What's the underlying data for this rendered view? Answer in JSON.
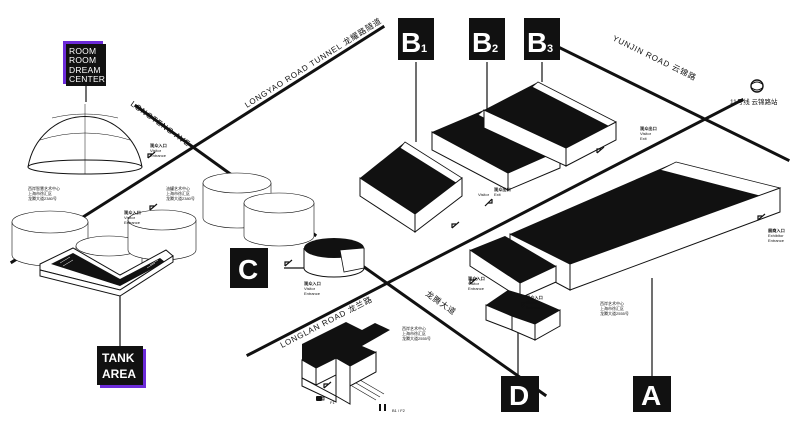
{
  "roads": {
    "longyao_tunnel": "LONGYAO ROAD TUNNEL  龙耀路隧道",
    "longteng_ave": "LONGTENG AVE",
    "yunjin_road": "YUNJIN ROAD  云锦路",
    "longlan_road": "LONGLAN ROAD  龙兰路",
    "longteng_cn": "龙腾大道"
  },
  "venues": {
    "b1": {
      "letter": "B",
      "sub": "1"
    },
    "b2": {
      "letter": "B",
      "sub": "2"
    },
    "b3": {
      "letter": "B",
      "sub": "3"
    },
    "c": {
      "letter": "C"
    },
    "d": {
      "letter": "D"
    },
    "a": {
      "letter": "A"
    },
    "room": {
      "line1": "ROOM",
      "line2": "ROOM",
      "line3": "DREAM",
      "line4": "CENTER"
    },
    "tank": {
      "line1": "TANK",
      "line2": "AREA"
    }
  },
  "metro": {
    "label": "11号线 云锦路站"
  },
  "labels": {
    "entrance_cn": "观众入口",
    "visitor": "Visitor",
    "entrance": "Entrance",
    "exit_cn": "观众出口",
    "exit": "Exit",
    "exhibitor_cn": "展商入口",
    "exhibitor": "Exhibitor",
    "tank_center": "西岸智慧艺术中心",
    "tank_addr1": "上海市徐汇区",
    "tank_addr2": "龙腾大道2380号",
    "mid_center": "油罐艺术中心",
    "mid_addr1": "上海市徐汇区",
    "mid_addr2": "龙腾大道2380号",
    "d_center": "西岸艺术中心",
    "d_addr1": "上海市徐汇区",
    "d_addr2": "龙腾大道2555号",
    "a_center": "西岸艺术中心",
    "a_addr1": "上海市徐汇区",
    "a_addr2": "龙腾大道2555号",
    "f1": "F1",
    "b1f2": "B1 / F2"
  },
  "colors": {
    "ink": "#111111",
    "accent_purple": "#6c2bd9",
    "paper": "#ffffff"
  }
}
